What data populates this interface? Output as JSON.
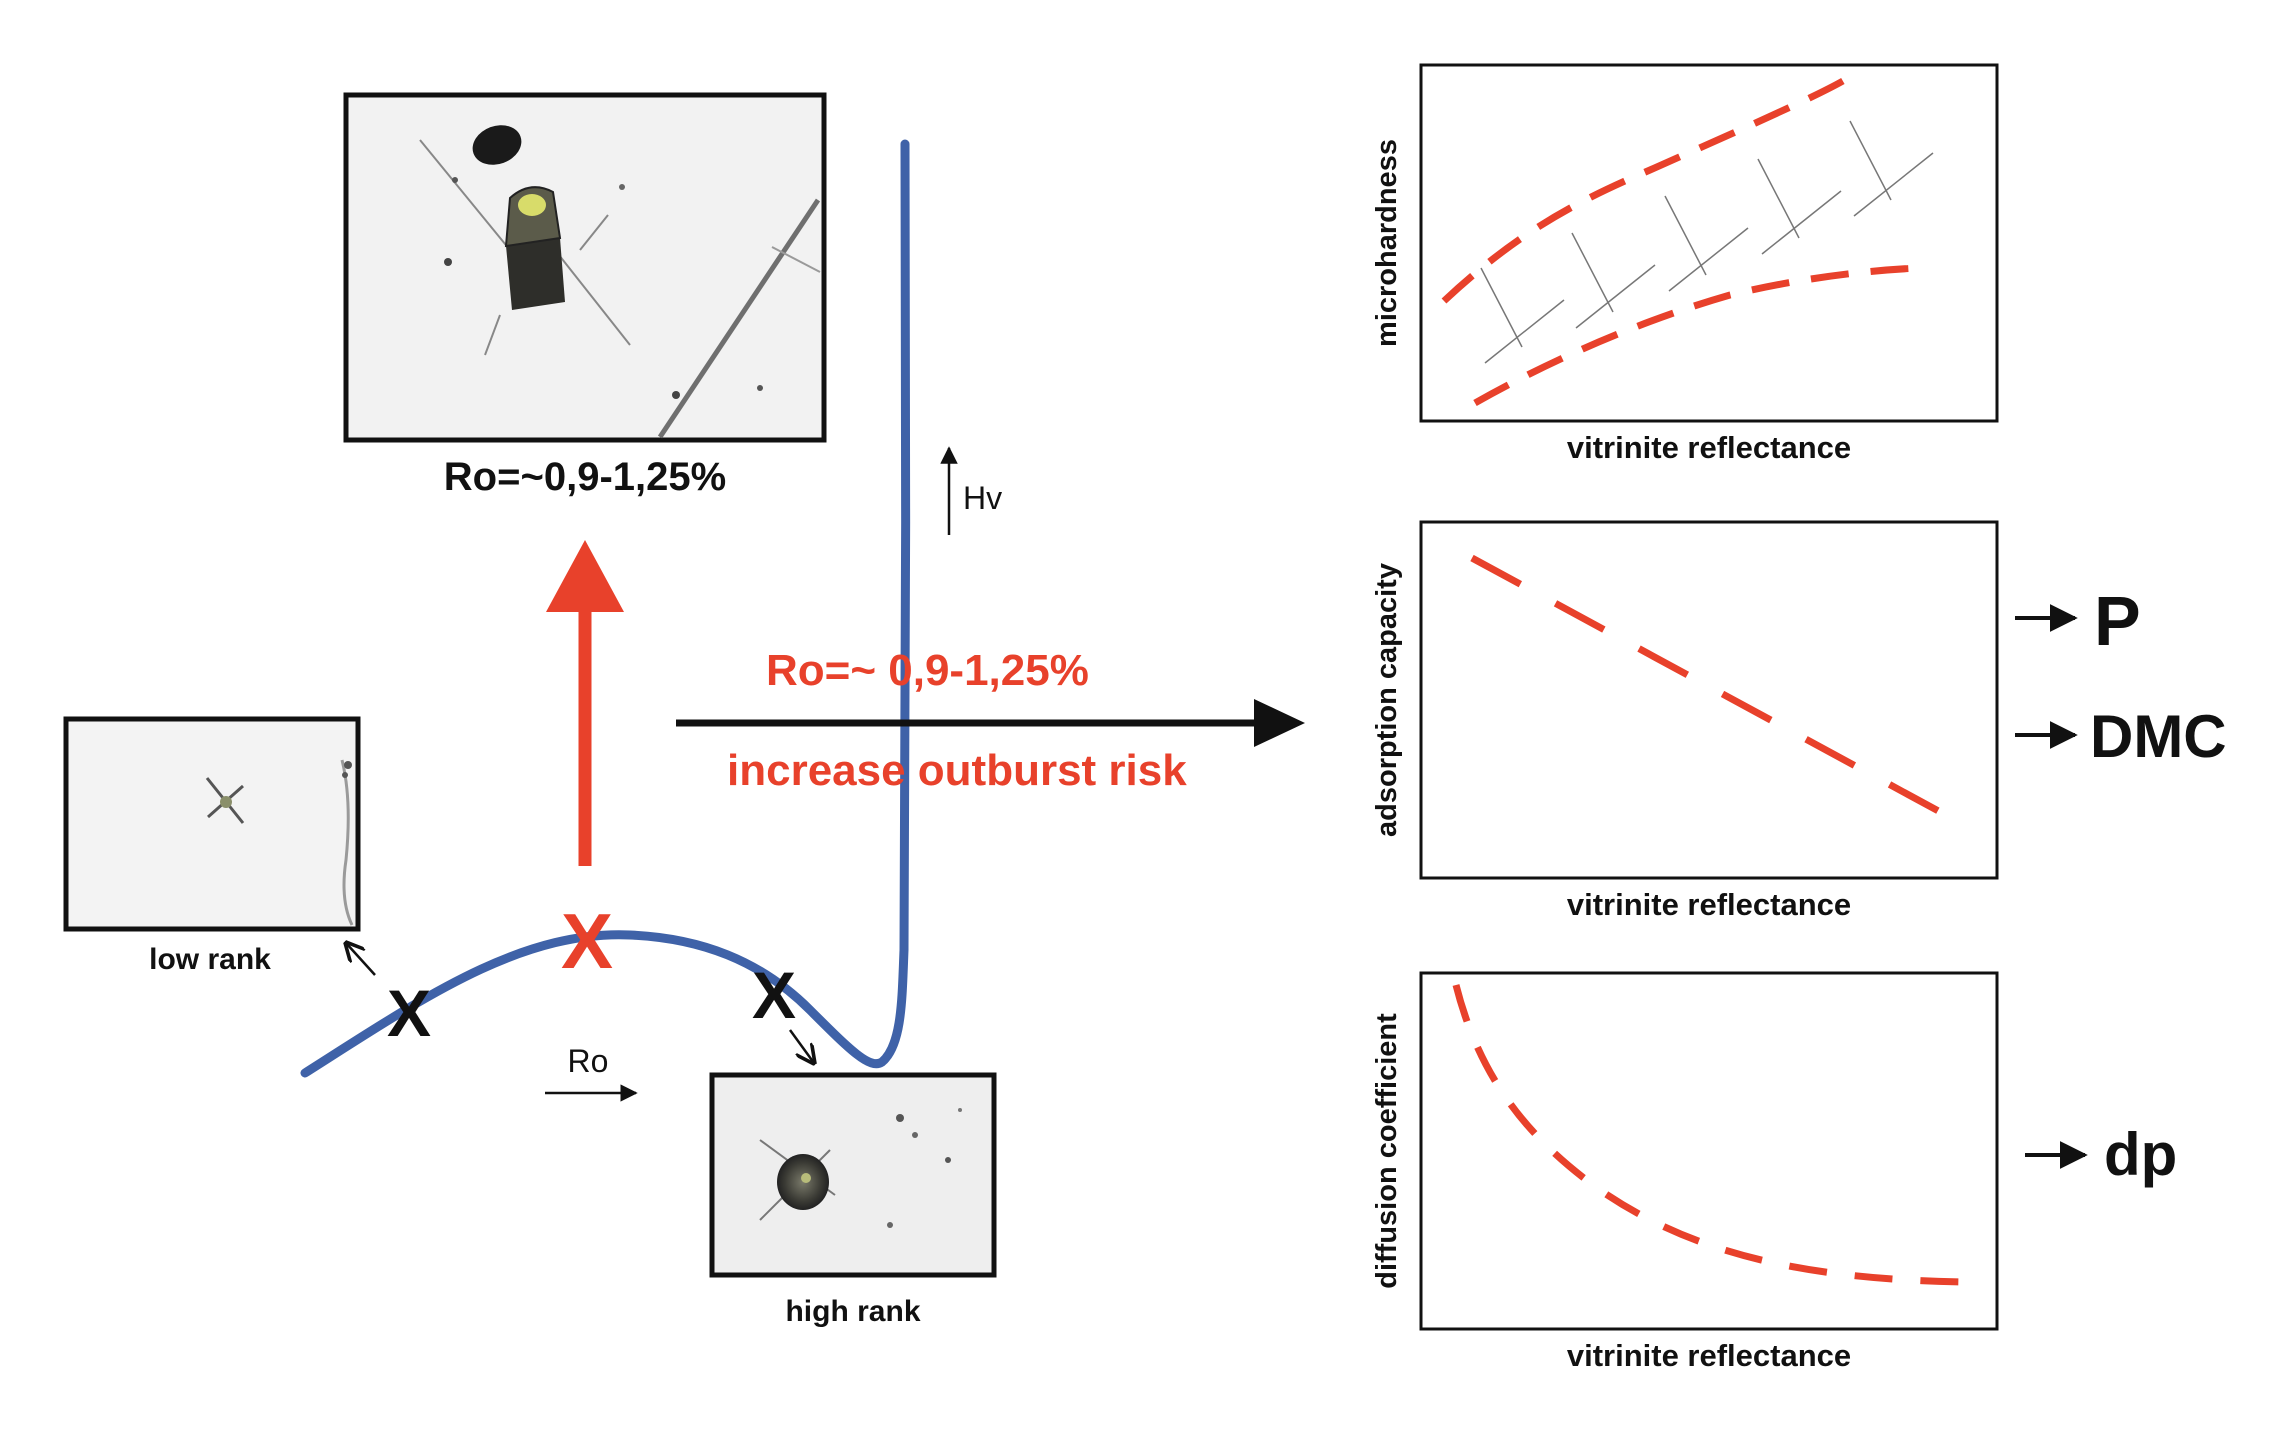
{
  "micrographs": {
    "medium_caption": "Ro=~0,9-1,25%",
    "low_caption": "low rank",
    "high_caption": "high rank"
  },
  "curve_labels": {
    "hv": "Hv",
    "ro": "Ro",
    "marker": "X"
  },
  "main_arrow": {
    "top_text": "Ro=~ 0,9-1,25%",
    "bottom_text": "increase outburst risk"
  },
  "panels": [
    {
      "ylabel": "microhardness",
      "xlabel": "vitrinite reflectance",
      "result": ""
    },
    {
      "ylabel": "adsorption capacity",
      "xlabel": "vitrinite reflectance",
      "result_top": "P",
      "result_bottom": "DMC"
    },
    {
      "ylabel": "diffusion coefficient",
      "xlabel": "vitrinite reflectance",
      "result": "dp"
    }
  ],
  "colors": {
    "red": "#e8412b",
    "blue": "#3f62a8",
    "black": "#111111"
  }
}
